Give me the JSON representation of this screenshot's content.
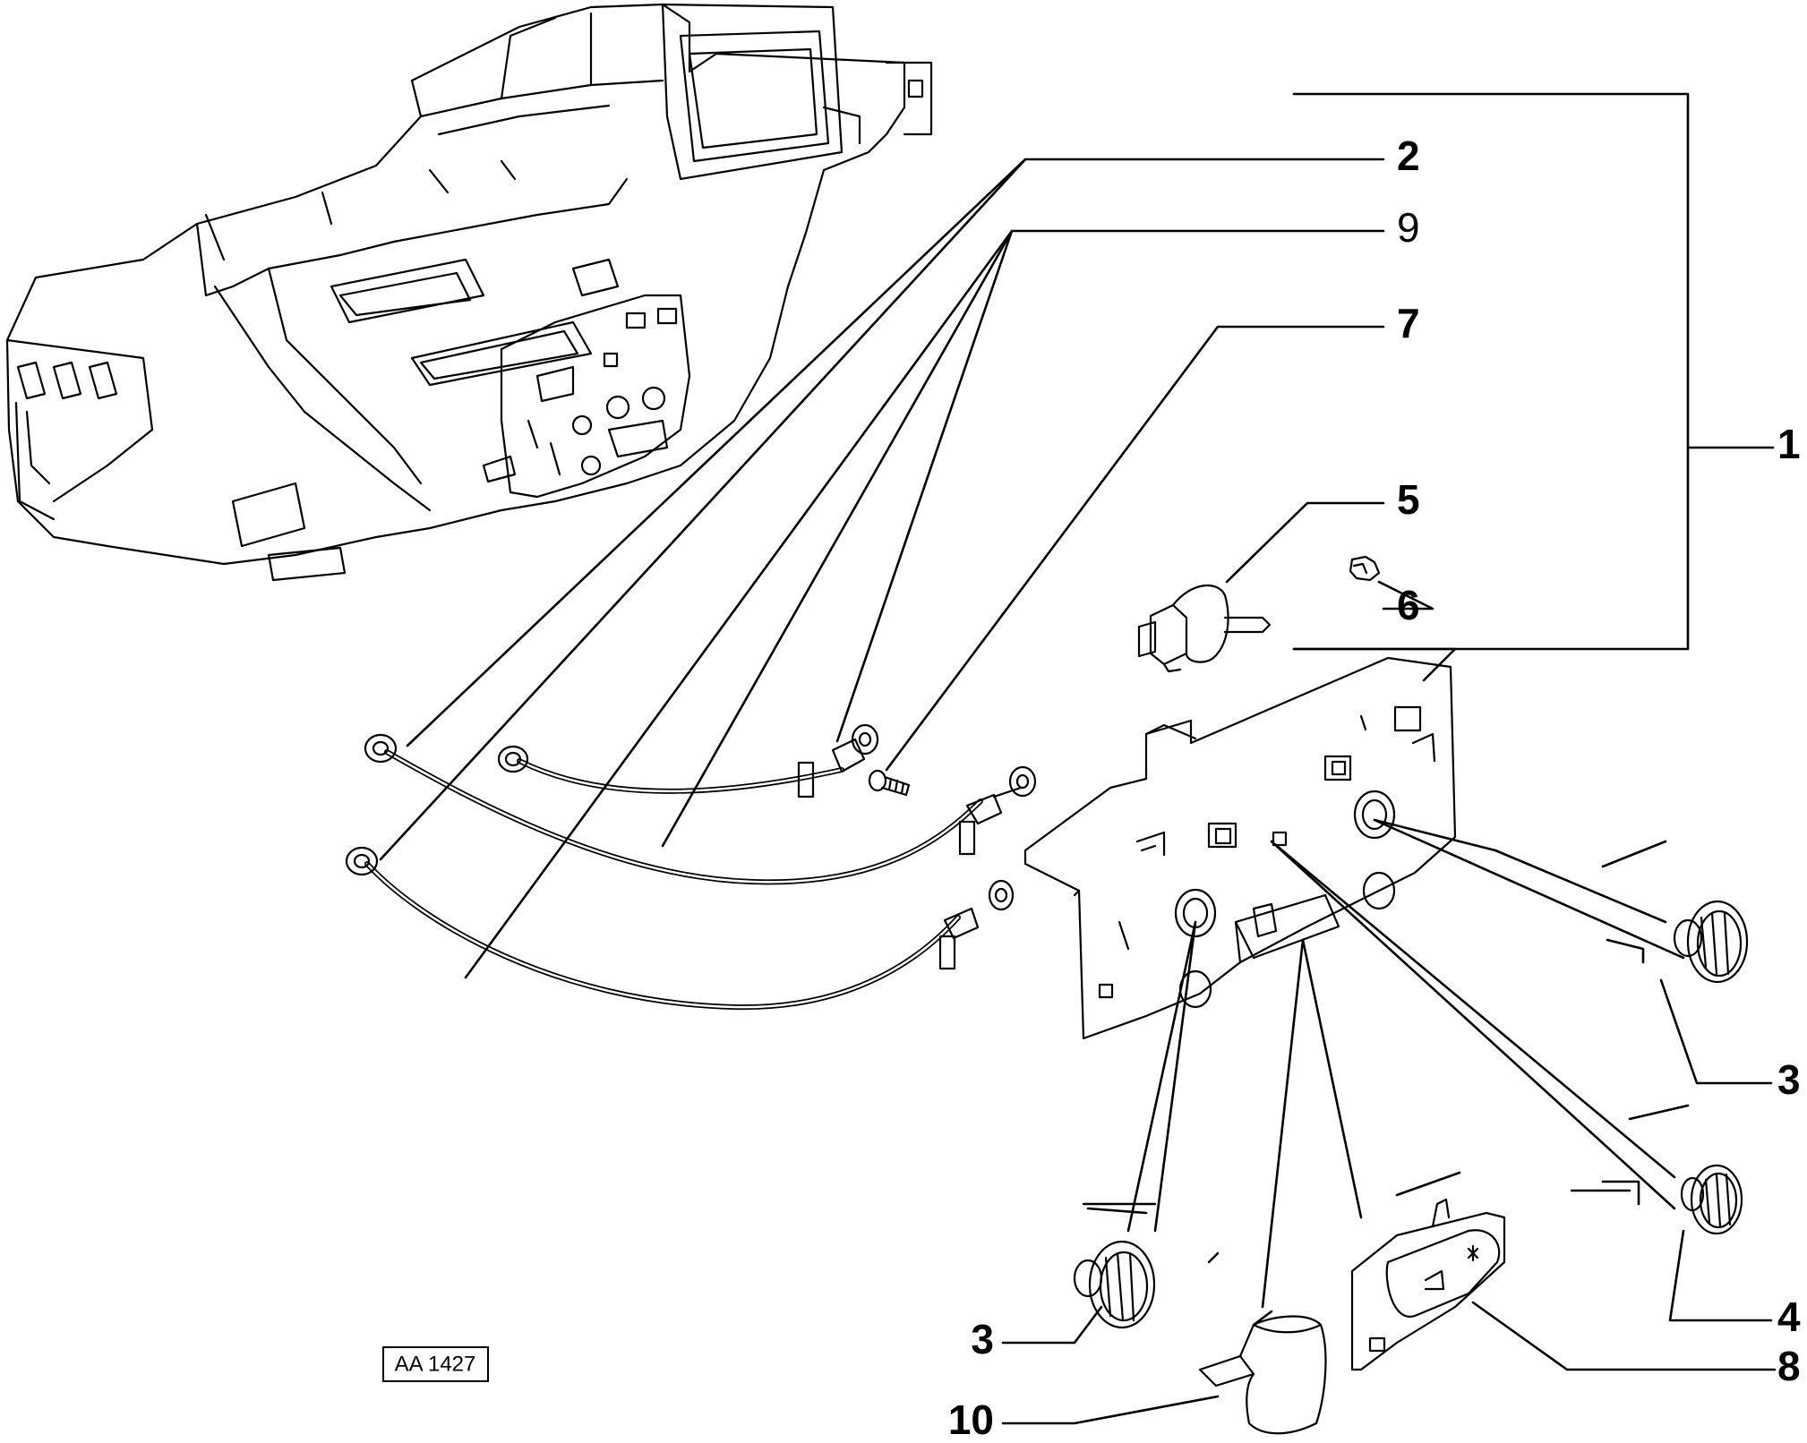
{
  "diagram": {
    "drawing_reference": "AA 1427",
    "callouts": [
      {
        "id": "c2",
        "label": "2"
      },
      {
        "id": "c9",
        "label": "9"
      },
      {
        "id": "c7",
        "label": "7"
      },
      {
        "id": "c1",
        "label": "1"
      },
      {
        "id": "c5",
        "label": "5"
      },
      {
        "id": "c6",
        "label": "6"
      },
      {
        "id": "c3r",
        "label": "3"
      },
      {
        "id": "c4",
        "label": "4"
      },
      {
        "id": "c8",
        "label": "8"
      },
      {
        "id": "c3l",
        "label": "3"
      },
      {
        "id": "c10",
        "label": "10"
      }
    ],
    "colors": {
      "ink": "#000000",
      "paper": "#ffffff"
    }
  }
}
